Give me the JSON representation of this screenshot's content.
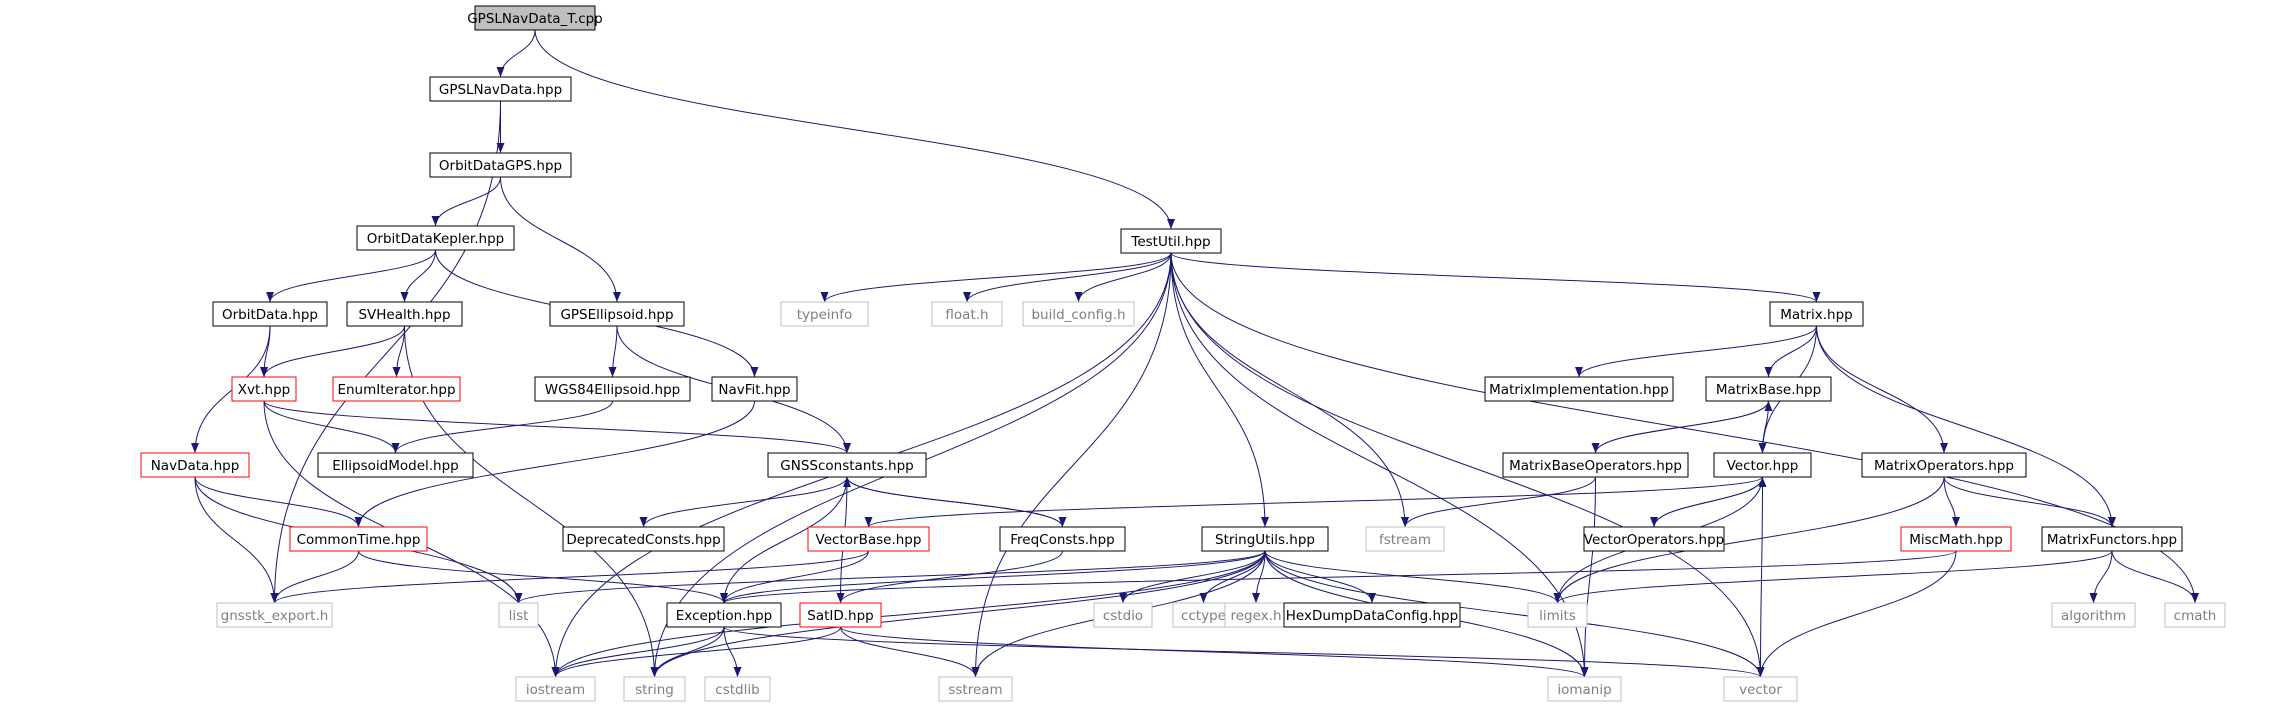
{
  "colors": {
    "edge": "#191970",
    "root_fill": "#bfbfbf",
    "normal_border": "#000000",
    "red_border": "#ff0000",
    "system_border": "#bfbfbf",
    "system_text": "#7f7f7f"
  },
  "nodes": [
    {
      "id": "root",
      "label": "GPSLNavData_T.cpp",
      "kind": "root"
    },
    {
      "id": "gpslnavdata",
      "label": "GPSLNavData.hpp",
      "kind": "normal"
    },
    {
      "id": "orbitdatagps",
      "label": "OrbitDataGPS.hpp",
      "kind": "normal"
    },
    {
      "id": "orbitdatakepler",
      "label": "OrbitDataKepler.hpp",
      "kind": "normal"
    },
    {
      "id": "orbitdata",
      "label": "OrbitData.hpp",
      "kind": "normal"
    },
    {
      "id": "svhealth",
      "label": "SVHealth.hpp",
      "kind": "normal"
    },
    {
      "id": "gpsellipsoid",
      "label": "GPSEllipsoid.hpp",
      "kind": "normal"
    },
    {
      "id": "testutil",
      "label": "TestUtil.hpp",
      "kind": "normal"
    },
    {
      "id": "xvt",
      "label": "Xvt.hpp",
      "kind": "red"
    },
    {
      "id": "enumiterator",
      "label": "EnumIterator.hpp",
      "kind": "red"
    },
    {
      "id": "wgs84",
      "label": "WGS84Ellipsoid.hpp",
      "kind": "normal"
    },
    {
      "id": "navfit",
      "label": "NavFit.hpp",
      "kind": "normal"
    },
    {
      "id": "typeinfo",
      "label": "typeinfo",
      "kind": "system"
    },
    {
      "id": "floath",
      "label": "float.h",
      "kind": "system"
    },
    {
      "id": "buildconfig",
      "label": "build_config.h",
      "kind": "system"
    },
    {
      "id": "matrix",
      "label": "Matrix.hpp",
      "kind": "normal"
    },
    {
      "id": "navdata",
      "label": "NavData.hpp",
      "kind": "red"
    },
    {
      "id": "ellipsoidmodel",
      "label": "EllipsoidModel.hpp",
      "kind": "normal"
    },
    {
      "id": "gnssconstants",
      "label": "GNSSconstants.hpp",
      "kind": "normal"
    },
    {
      "id": "matriximpl",
      "label": "MatrixImplementation.hpp",
      "kind": "normal"
    },
    {
      "id": "matrixbase",
      "label": "MatrixBase.hpp",
      "kind": "normal"
    },
    {
      "id": "matrixbaseops",
      "label": "MatrixBaseOperators.hpp",
      "kind": "normal"
    },
    {
      "id": "vector",
      "label": "Vector.hpp",
      "kind": "normal"
    },
    {
      "id": "matrixops",
      "label": "MatrixOperators.hpp",
      "kind": "normal"
    },
    {
      "id": "commontime",
      "label": "CommonTime.hpp",
      "kind": "red"
    },
    {
      "id": "deprecated",
      "label": "DeprecatedConsts.hpp",
      "kind": "normal"
    },
    {
      "id": "vectorbase",
      "label": "VectorBase.hpp",
      "kind": "red"
    },
    {
      "id": "freqconsts",
      "label": "FreqConsts.hpp",
      "kind": "normal"
    },
    {
      "id": "stringutils",
      "label": "StringUtils.hpp",
      "kind": "normal"
    },
    {
      "id": "fstream",
      "label": "fstream",
      "kind": "system"
    },
    {
      "id": "vectorops",
      "label": "VectorOperators.hpp",
      "kind": "normal"
    },
    {
      "id": "miscmath",
      "label": "MiscMath.hpp",
      "kind": "red"
    },
    {
      "id": "matrixfunctors",
      "label": "MatrixFunctors.hpp",
      "kind": "normal"
    },
    {
      "id": "gnsstkexport",
      "label": "gnsstk_export.h",
      "kind": "system"
    },
    {
      "id": "list",
      "label": "list",
      "kind": "system"
    },
    {
      "id": "exception",
      "label": "Exception.hpp",
      "kind": "normal"
    },
    {
      "id": "satid",
      "label": "SatID.hpp",
      "kind": "red"
    },
    {
      "id": "cstdio",
      "label": "cstdio",
      "kind": "system"
    },
    {
      "id": "cctype",
      "label": "cctype",
      "kind": "system"
    },
    {
      "id": "regexh",
      "label": "regex.h",
      "kind": "system"
    },
    {
      "id": "hexdump",
      "label": "HexDumpDataConfig.hpp",
      "kind": "normal"
    },
    {
      "id": "limits",
      "label": "limits",
      "kind": "system"
    },
    {
      "id": "algorithm",
      "label": "algorithm",
      "kind": "system"
    },
    {
      "id": "cmath",
      "label": "cmath",
      "kind": "system"
    },
    {
      "id": "iostream",
      "label": "iostream",
      "kind": "system"
    },
    {
      "id": "string",
      "label": "string",
      "kind": "system"
    },
    {
      "id": "cstdlib",
      "label": "cstdlib",
      "kind": "system"
    },
    {
      "id": "sstream",
      "label": "sstream",
      "kind": "system"
    },
    {
      "id": "iomanip",
      "label": "iomanip",
      "kind": "system"
    },
    {
      "id": "vectorstd",
      "label": "vector",
      "kind": "system"
    }
  ],
  "edges": [
    [
      "root",
      "gpslnavdata"
    ],
    [
      "root",
      "testutil"
    ],
    [
      "gpslnavdata",
      "orbitdatagps"
    ],
    [
      "gpslnavdata",
      "gnsstkexport"
    ],
    [
      "orbitdatagps",
      "orbitdatakepler"
    ],
    [
      "orbitdatagps",
      "gpsellipsoid"
    ],
    [
      "orbitdatakepler",
      "orbitdata"
    ],
    [
      "orbitdatakepler",
      "svhealth"
    ],
    [
      "orbitdatakepler",
      "navfit"
    ],
    [
      "orbitdata",
      "xvt"
    ],
    [
      "orbitdata",
      "navdata"
    ],
    [
      "svhealth",
      "xvt"
    ],
    [
      "svhealth",
      "enumiterator"
    ],
    [
      "svhealth",
      "string"
    ],
    [
      "gpsellipsoid",
      "wgs84"
    ],
    [
      "gpsellipsoid",
      "gnssconstants"
    ],
    [
      "wgs84",
      "ellipsoidmodel"
    ],
    [
      "xvt",
      "ellipsoidmodel"
    ],
    [
      "xvt",
      "gnssconstants"
    ],
    [
      "xvt",
      "iostream"
    ],
    [
      "navfit",
      "commontime"
    ],
    [
      "navdata",
      "commontime"
    ],
    [
      "navdata",
      "gnsstkexport"
    ],
    [
      "navdata",
      "list"
    ],
    [
      "commontime",
      "gnsstkexport"
    ],
    [
      "commontime",
      "exception"
    ],
    [
      "gnssconstants",
      "deprecated"
    ],
    [
      "gnssconstants",
      "freqconsts"
    ],
    [
      "gnssconstants",
      "exception"
    ],
    [
      "gnssconstants",
      "satid"
    ],
    [
      "freqconsts",
      "gnssconstants"
    ],
    [
      "freqconsts",
      "satid"
    ],
    [
      "testutil",
      "typeinfo"
    ],
    [
      "testutil",
      "floath"
    ],
    [
      "testutil",
      "buildconfig"
    ],
    [
      "testutil",
      "matrix"
    ],
    [
      "testutil",
      "stringutils"
    ],
    [
      "testutil",
      "fstream"
    ],
    [
      "testutil",
      "iostream"
    ],
    [
      "testutil",
      "string"
    ],
    [
      "testutil",
      "sstream"
    ],
    [
      "testutil",
      "iomanip"
    ],
    [
      "testutil",
      "cmath"
    ],
    [
      "testutil",
      "vectorstd"
    ],
    [
      "matrix",
      "matriximpl"
    ],
    [
      "matrix",
      "matrixbase"
    ],
    [
      "matrix",
      "vector"
    ],
    [
      "matrix",
      "matrixops"
    ],
    [
      "matrix",
      "matrixfunctors"
    ],
    [
      "matrixbase",
      "matrixbaseops"
    ],
    [
      "matrixbase",
      "vector"
    ],
    [
      "matrixbaseops",
      "matrixbase"
    ],
    [
      "matrixbaseops",
      "fstream"
    ],
    [
      "matrixbaseops",
      "iomanip"
    ],
    [
      "vector",
      "vectorbase"
    ],
    [
      "vector",
      "vectorops"
    ],
    [
      "vector",
      "limits"
    ],
    [
      "vector",
      "vectorstd"
    ],
    [
      "vectorops",
      "vector"
    ],
    [
      "matrixops",
      "miscmath"
    ],
    [
      "matrixops",
      "matrixfunctors"
    ],
    [
      "matrixops",
      "limits"
    ],
    [
      "miscmath",
      "exception"
    ],
    [
      "miscmath",
      "vectorstd"
    ],
    [
      "matrixfunctors",
      "limits"
    ],
    [
      "matrixfunctors",
      "algorithm"
    ],
    [
      "matrixfunctors",
      "cmath"
    ],
    [
      "vectorbase",
      "exception"
    ],
    [
      "vectorbase",
      "gnsstkexport"
    ],
    [
      "stringutils",
      "exception"
    ],
    [
      "stringutils",
      "list"
    ],
    [
      "stringutils",
      "iostream"
    ],
    [
      "stringutils",
      "string"
    ],
    [
      "stringutils",
      "cstdio"
    ],
    [
      "stringutils",
      "cctype"
    ],
    [
      "stringutils",
      "regexh"
    ],
    [
      "stringutils",
      "hexdump"
    ],
    [
      "stringutils",
      "limits"
    ],
    [
      "stringutils",
      "sstream"
    ],
    [
      "stringutils",
      "iomanip"
    ],
    [
      "stringutils",
      "vectorstd"
    ],
    [
      "exception",
      "iostream"
    ],
    [
      "exception",
      "string"
    ],
    [
      "exception",
      "cstdlib"
    ],
    [
      "exception",
      "vectorstd"
    ],
    [
      "satid",
      "iostream"
    ],
    [
      "satid",
      "iomanip"
    ],
    [
      "satid",
      "sstream"
    ]
  ]
}
